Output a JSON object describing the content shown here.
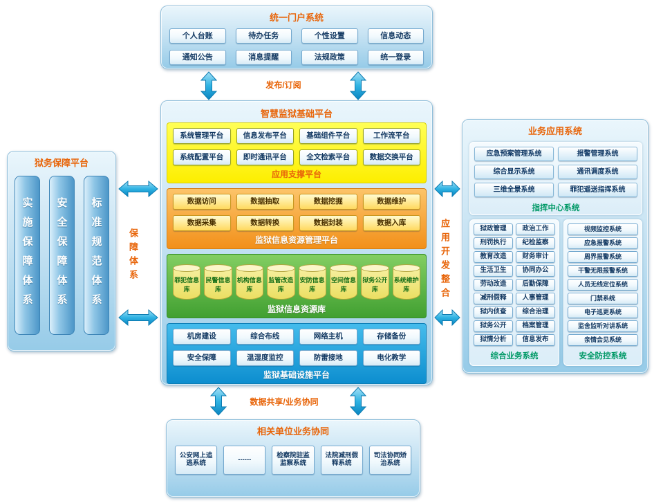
{
  "colors": {
    "accent_orange": "#e8650a",
    "panel_blue": "#96cbe8",
    "section_yellow": "#fdee00",
    "section_orange": "#f2901a",
    "section_green": "#41a031",
    "section_blue": "#0d8ecf",
    "arrow_cyan": "#2fb3e3",
    "sub_label_green": "#009966"
  },
  "portal": {
    "title": "统一门户系统",
    "items": [
      "个人台账",
      "待办任务",
      "个性设置",
      "信息动态",
      "通知公告",
      "消息提醒",
      "法规政策",
      "统一登录"
    ]
  },
  "platform": {
    "title": "智慧监狱基础平台",
    "app_support": {
      "label": "应用支撑平台",
      "items": [
        "系统管理平台",
        "信息发布平台",
        "基础组件平台",
        "工作流平台",
        "系统配置平台",
        "即时通讯平台",
        "全文检索平台",
        "数据交换平台"
      ]
    },
    "resource_mgmt": {
      "label": "监狱信息资源管理平台",
      "items": [
        "数据访问",
        "数据抽取",
        "数据挖掘",
        "数据维护",
        "数据采集",
        "数据转换",
        "数据封装",
        "数据入库"
      ]
    },
    "resource_db": {
      "label": "监狱信息资源库",
      "items": [
        "罪犯信息库",
        "民警信息库",
        "机构信息库",
        "监管改造库",
        "安防信息库",
        "空间信息库",
        "狱务公开库",
        "系统维护库"
      ]
    },
    "infrastructure": {
      "label": "监狱基础设施平台",
      "items": [
        "机房建设",
        "综合布线",
        "网络主机",
        "存储备份",
        "安全保障",
        "温湿度监控",
        "防雷接地",
        "电化教学"
      ]
    }
  },
  "left_panel": {
    "title": "狱务保障平台",
    "items": [
      "实施保障体系",
      "安全保障体系",
      "标准规范体系"
    ]
  },
  "right_panel": {
    "title": "业务应用系统",
    "command_center": {
      "label": "指挥中心系统",
      "items": [
        "应急预案管理系统",
        "报警管理系统",
        "综合显示系统",
        "通讯调度系统",
        "三维全景系统",
        "罪犯遥送指挥系统"
      ]
    },
    "business": {
      "label": "综合业务系统",
      "items": [
        "狱政管理",
        "政治工作",
        "刑罚执行",
        "纪检监察",
        "教育改造",
        "财务审计",
        "生活卫生",
        "协同办公",
        "劳动改造",
        "后勤保障",
        "减刑假释",
        "人事管理",
        "狱内侦查",
        "综合治理",
        "狱务公开",
        "档案管理",
        "狱情分析",
        "信息发布"
      ]
    },
    "security": {
      "label": "安全防控系统",
      "items": [
        "视频监控系统",
        "应急报警系统",
        "周界报警系统",
        "干警无限报警系统",
        "人员无线定位系统",
        "门禁系统",
        "电子巡更系统",
        "监舍监听对讲系统",
        "亲情会见系统"
      ]
    }
  },
  "bottom_panel": {
    "title": "相关单位业务协同",
    "items": [
      "公安网上追逃系统",
      "------",
      "检察院驻监监察系统",
      "法院减刑假释系统",
      "司法协同矫治系统"
    ]
  },
  "connections": {
    "publish_subscribe": "发布/订阅",
    "data_sharing": "数据共享/业务协同",
    "support_system": "保障体系",
    "app_dev_integration": "应用开发整合"
  }
}
